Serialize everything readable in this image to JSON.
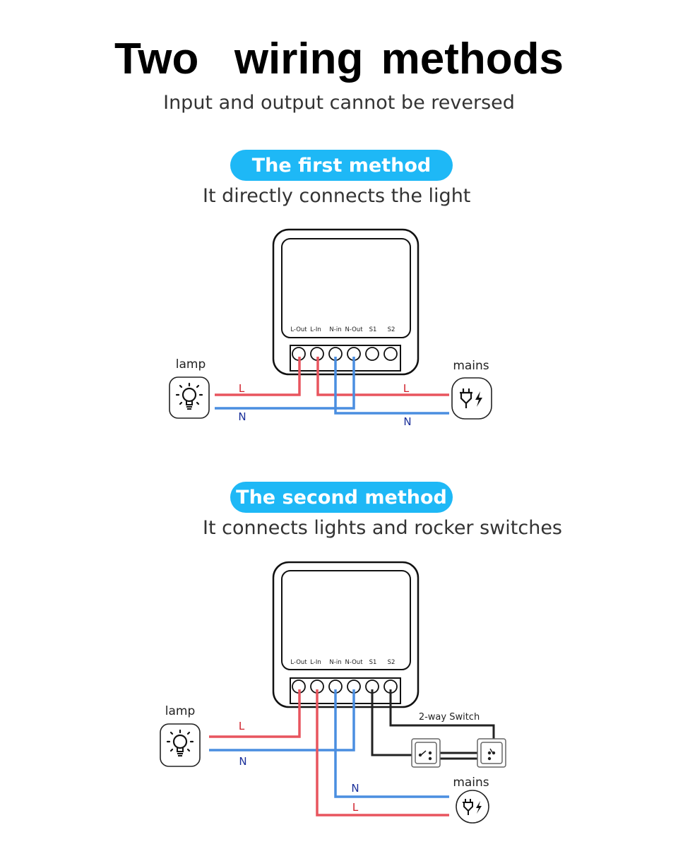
{
  "header": {
    "title": "Two  wiring methods",
    "subtitle": "Input and output cannot be reversed"
  },
  "colors": {
    "pill": "#1EB8F6",
    "live_wire": "#E8555E",
    "neutral_wire": "#4A8EE0",
    "switch_wire": "#222222",
    "label_live": "#D0202A",
    "label_neutral": "#1A2F9A"
  },
  "methods": [
    {
      "badge": "The first method",
      "description": "It directly connects the light",
      "terminals": [
        "L-Out",
        "L-In",
        "N-in",
        "N-Out",
        "S1",
        "S2"
      ],
      "lamp_label": "lamp",
      "mains_label": "mains",
      "wire_labels": {
        "lamp_live": "L",
        "lamp_neutral": "N",
        "mains_live": "L",
        "mains_neutral": "N"
      }
    },
    {
      "badge": "The second method",
      "description": "It connects lights and rocker switches",
      "terminals": [
        "L-Out",
        "L-In",
        "N-in",
        "N-Out",
        "S1",
        "S2"
      ],
      "lamp_label": "lamp",
      "mains_label": "mains",
      "switch_label": "2-way Switch",
      "wire_labels": {
        "lamp_live": "L",
        "lamp_neutral": "N",
        "mains_live": "L",
        "mains_neutral": "N"
      }
    }
  ]
}
